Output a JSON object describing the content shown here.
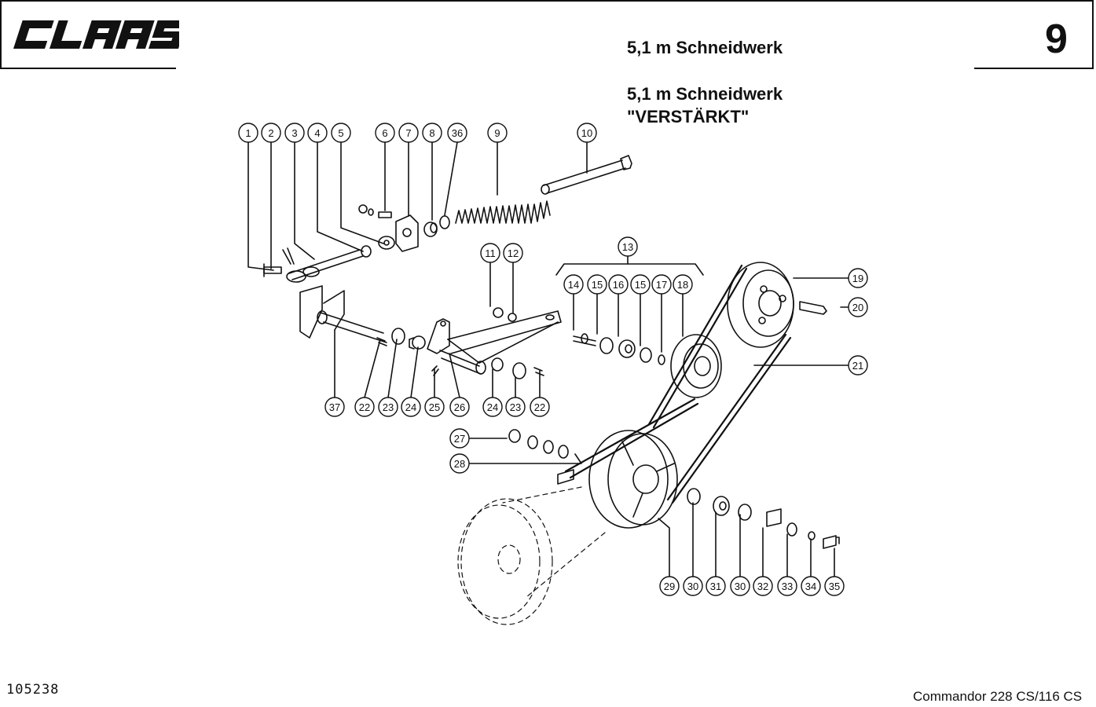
{
  "header": {
    "logo_text": "CLAAS",
    "page_number": "9",
    "title_line1": "5,1 m Schneidwerk",
    "title_line2": "5,1 m Schneidwerk",
    "title_line3": "\"VERSTÄRKT\""
  },
  "footer": {
    "document_id": "105238",
    "model": "Commandor 228 CS/116 CS"
  },
  "callouts": [
    "1",
    "2",
    "3",
    "4",
    "5",
    "6",
    "7",
    "8",
    "36",
    "9",
    "10",
    "11",
    "12",
    "13",
    "14",
    "15",
    "16",
    "15",
    "17",
    "18",
    "19",
    "20",
    "21",
    "37",
    "22",
    "23",
    "24",
    "25",
    "26",
    "24",
    "23",
    "22",
    "27",
    "28",
    "29",
    "30",
    "31",
    "30",
    "32",
    "33",
    "34",
    "35"
  ]
}
